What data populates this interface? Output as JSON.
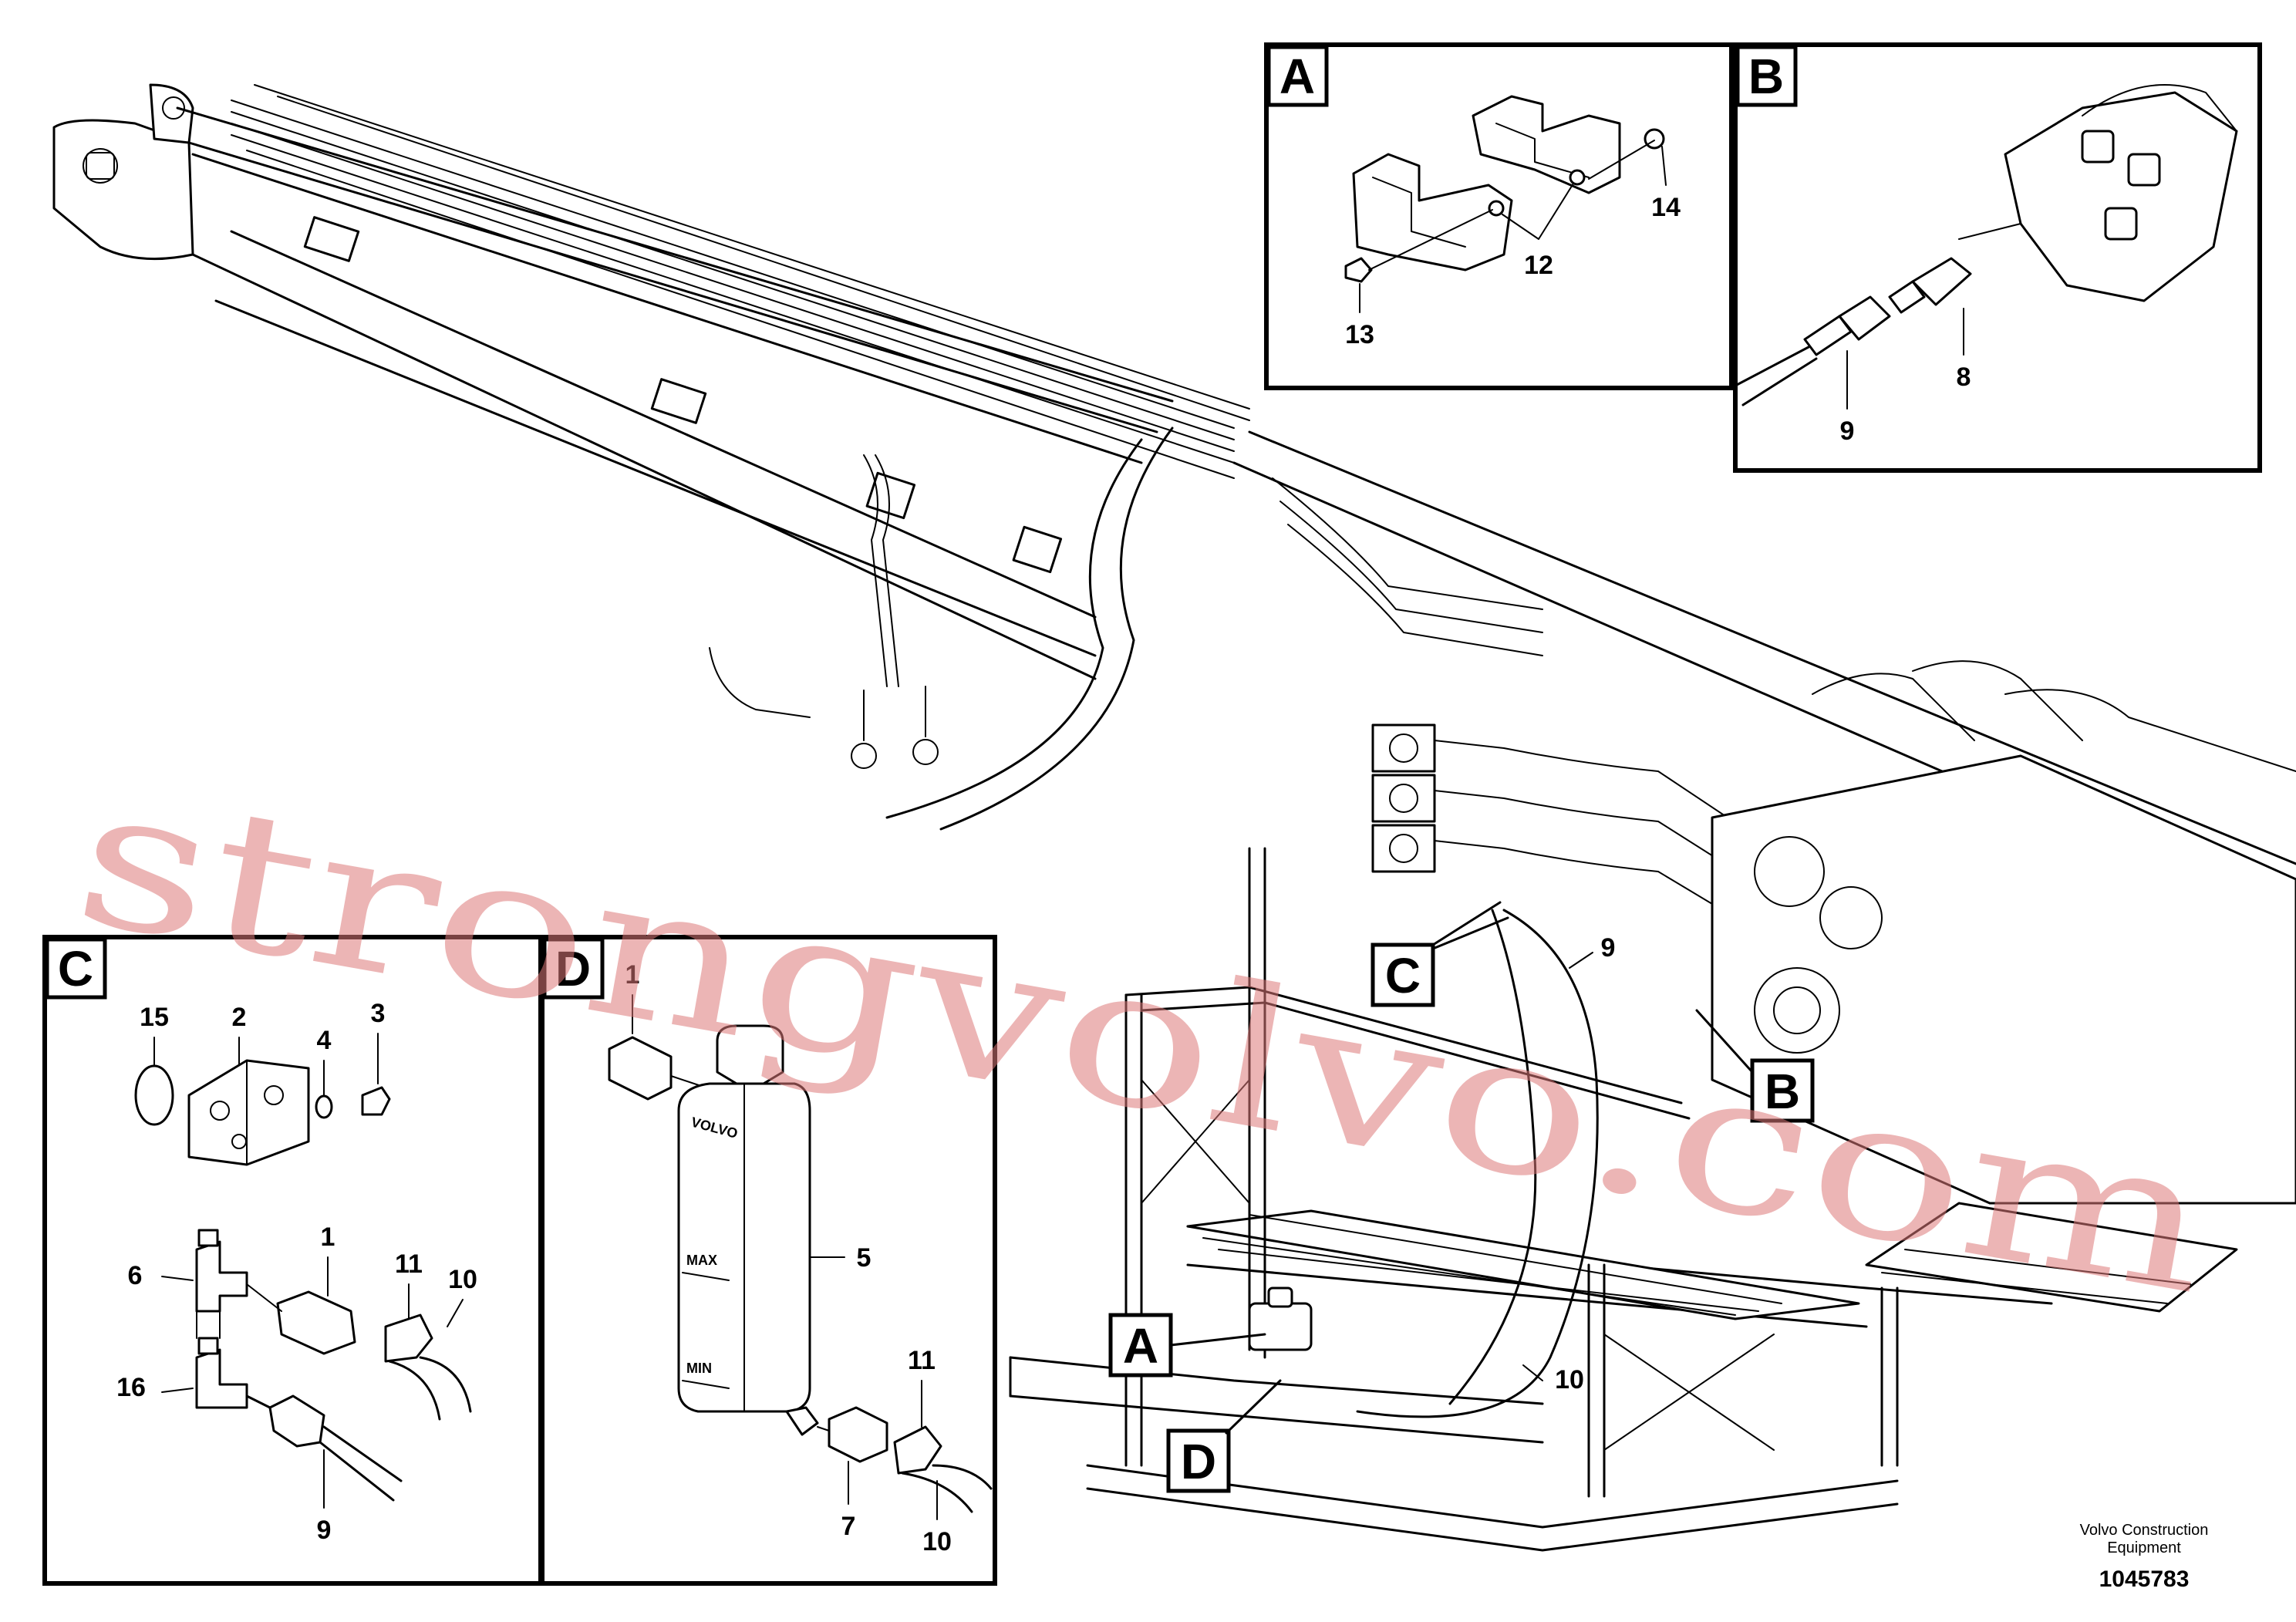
{
  "detail_views": {
    "A": {
      "label": "A",
      "parts": [
        "12",
        "13",
        "14"
      ]
    },
    "B": {
      "label": "B",
      "parts": [
        "8",
        "9"
      ]
    },
    "C": {
      "label": "C",
      "parts": [
        "15",
        "2",
        "4",
        "3",
        "6",
        "1",
        "11",
        "10",
        "16",
        "9"
      ]
    },
    "D": {
      "label": "D",
      "parts": [
        "1",
        "5",
        "11",
        "7",
        "10"
      ]
    }
  },
  "main_callouts": {
    "A": "A",
    "B": "B",
    "C": "C",
    "D": "D",
    "hose_9": "9",
    "hose_10": "10"
  },
  "bottle_text": {
    "brand": "VOLVO",
    "max": "MAX",
    "min": "MIN"
  },
  "footer": {
    "company_line1": "Volvo Construction",
    "company_line2": "Equipment",
    "document_number": "1045783"
  },
  "watermark": "strongvolvo.com",
  "colors": {
    "line": "#000000",
    "watermark": "#e39a9a",
    "background": "#ffffff"
  }
}
